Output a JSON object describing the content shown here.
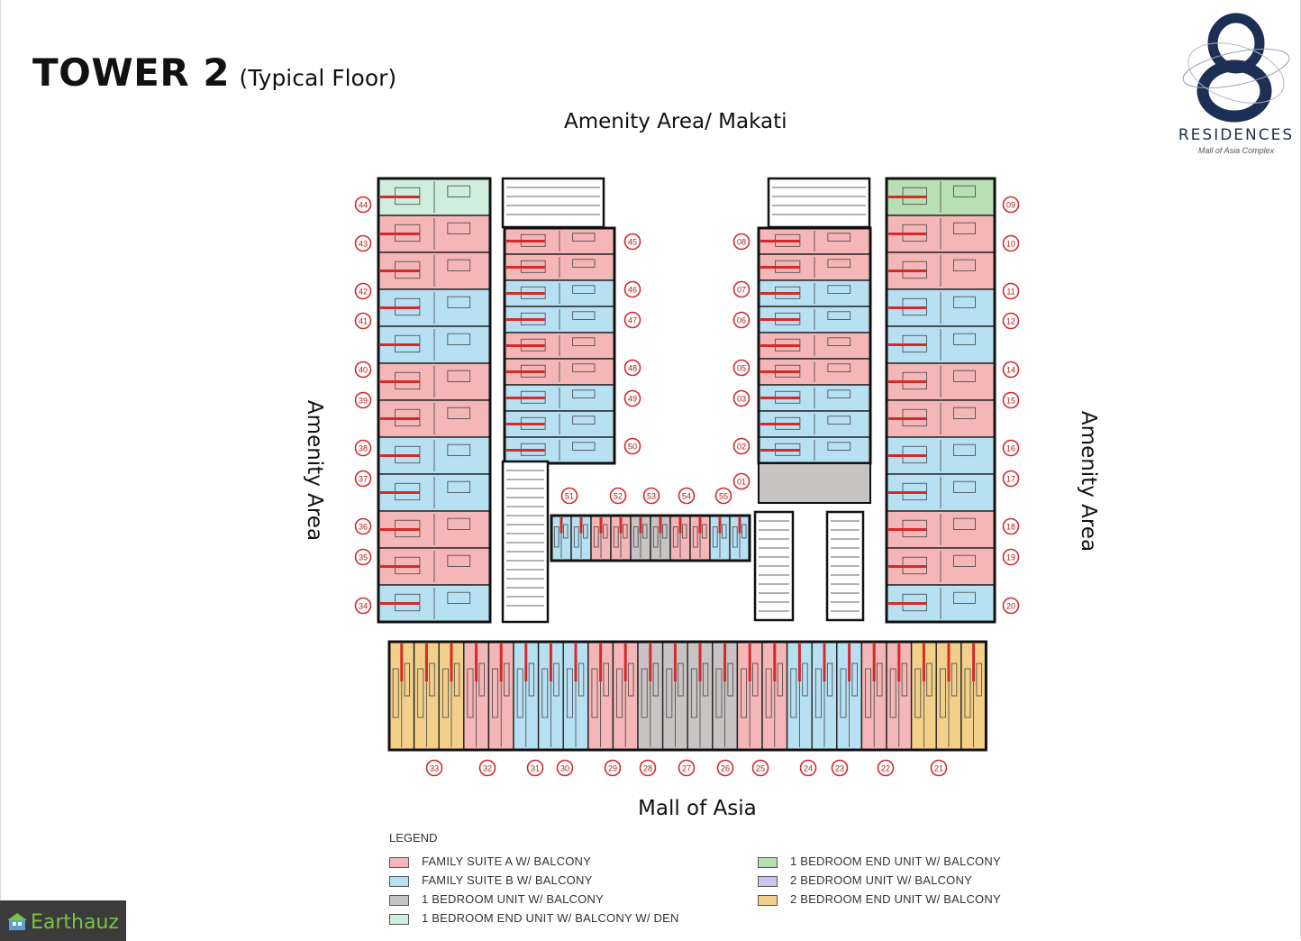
{
  "header": {
    "title": "TOWER 2",
    "subtitle": "(Typical Floor)"
  },
  "logo": {
    "name": "RESIDENCES",
    "tagline": "Mall of Asia Complex"
  },
  "directions": {
    "top": "Amenity Area/ Makati",
    "bottom": "Mall of Asia",
    "left": "Amenity Area",
    "right": "Amenity Area"
  },
  "colors": {
    "family_suite_a": "#f4b6b6",
    "family_suite_b": "#b7e0f2",
    "one_bedroom": "#c8c4c4",
    "one_bedroom_end_den": "#cfeede",
    "one_bedroom_end": "#b9dfb4",
    "two_bedroom": "#cbc6ee",
    "two_bedroom_end": "#f2d08a",
    "unit_marker": "#d42a2a"
  },
  "legend": {
    "title": "LEGEND",
    "items": [
      {
        "label": "FAMILY SUITE A W/ BALCONY",
        "color": "#f4b6b6"
      },
      {
        "label": "FAMILY SUITE B W/ BALCONY",
        "color": "#b7e0f2"
      },
      {
        "label": "1 BEDROOM UNIT W/ BALCONY",
        "color": "#c8c4c4"
      },
      {
        "label": "1 BEDROOM END UNIT W/ BALCONY W/ DEN",
        "color": "#cfeede"
      },
      {
        "label": "1 BEDROOM END UNIT W/ BALCONY",
        "color": "#b9dfb4"
      },
      {
        "label": "2 BEDROOM UNIT W/ BALCONY",
        "color": "#cbc6ee"
      },
      {
        "label": "2 BEDROOM END UNIT W/ BALCONY",
        "color": "#f2d08a"
      }
    ]
  },
  "unit_numbers": {
    "left_outer": [
      "44",
      "43",
      "42",
      "41",
      "40",
      "39",
      "38",
      "37",
      "36",
      "35",
      "34"
    ],
    "left_inner": [
      "45",
      "46",
      "47",
      "48",
      "49",
      "50"
    ],
    "middle_row": [
      "51",
      "52",
      "53",
      "54",
      "55"
    ],
    "right_inner": [
      "08",
      "07",
      "06",
      "05",
      "03",
      "02",
      "01"
    ],
    "right_outer": [
      "09",
      "10",
      "11",
      "12",
      "14",
      "15",
      "16",
      "17",
      "18",
      "19",
      "20"
    ],
    "bottom_row": [
      "33",
      "32",
      "31",
      "30",
      "29",
      "28",
      "27",
      "26",
      "25",
      "24",
      "23",
      "22",
      "21"
    ]
  },
  "watermark": {
    "text": "Earthauz"
  }
}
